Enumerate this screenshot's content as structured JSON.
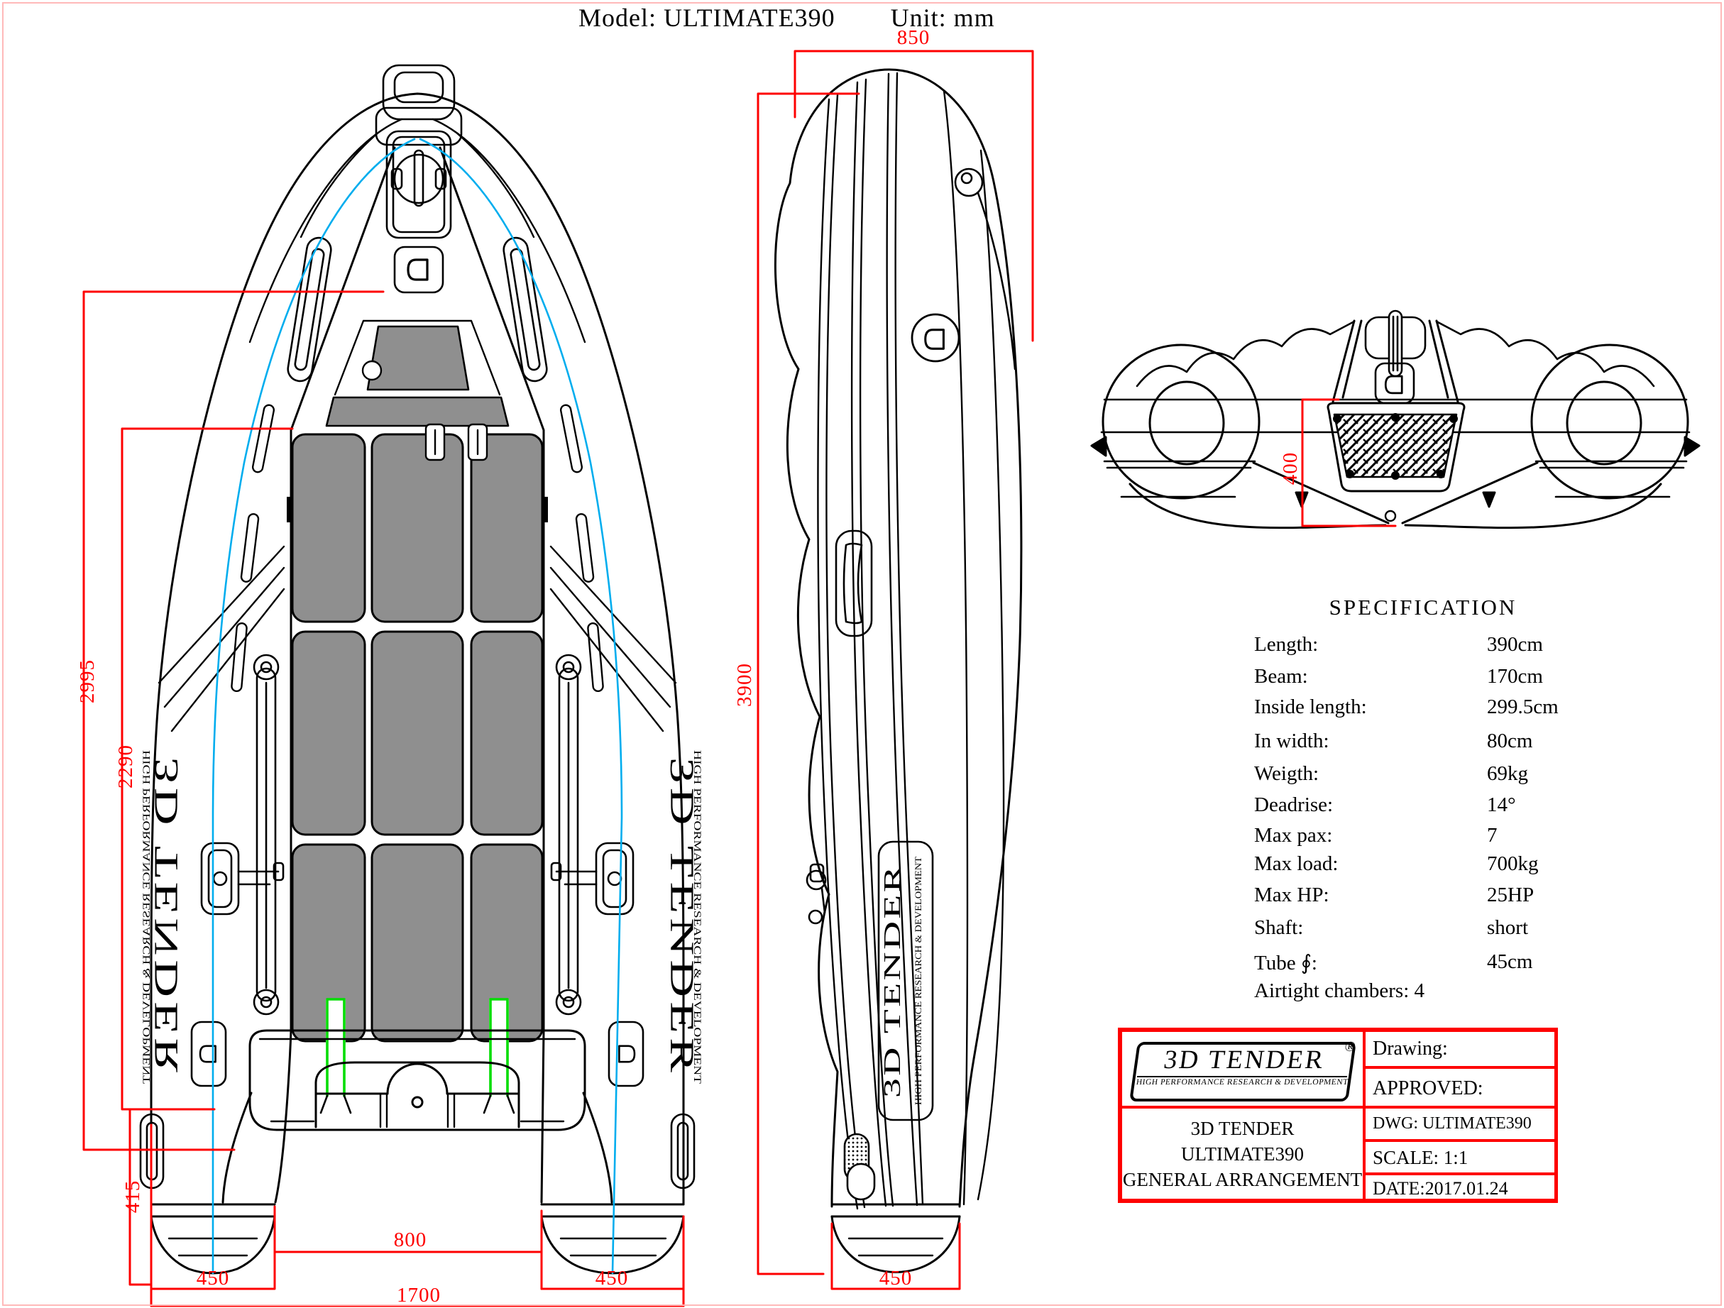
{
  "page": {
    "title_model": "Model: ULTIMATE390",
    "title_unit": "Unit: mm"
  },
  "specification": {
    "heading": "SPECIFICATION",
    "rows": [
      {
        "label": "Length:",
        "value": "390cm"
      },
      {
        "label": "Beam:",
        "value": "170cm"
      },
      {
        "label": "Inside length:",
        "value": "299.5cm"
      },
      {
        "label": "In width:",
        "value": "80cm"
      },
      {
        "label": "Weigth:",
        "value": "69kg"
      },
      {
        "label": "Deadrise:",
        "value": "14°"
      },
      {
        "label": "Max pax:",
        "value": "7"
      },
      {
        "label": "Max load:",
        "value": "700kg"
      },
      {
        "label": "Max HP:",
        "value": "25HP"
      },
      {
        "label": "Shaft:",
        "value": "short"
      },
      {
        "label": "Tube ∮:",
        "value": "45cm"
      }
    ],
    "chambers_line": "Airtight chambers: 4"
  },
  "title_block": {
    "drawing_label": "Drawing:",
    "approved_label": "APPROVED:",
    "dwg": "DWG: ULTIMATE390",
    "scale": "SCALE: 1:1",
    "date": "DATE:2017.01.24",
    "doc_lines": [
      "3D TENDER",
      "ULTIMATE390",
      "GENERAL ARRANGEMENT"
    ],
    "logo_name": "3D TENDER",
    "logo_reg": "®",
    "logo_tagline": "HIGH PERFORMANCE RESEARCH & DEVELOPMENT"
  },
  "branding": {
    "name": "3D TENDER",
    "tagline": "HIGH PERFORMANCE RESEARCH & DEVELOPMENT"
  },
  "dimensions": {
    "top_view": {
      "inside_length": "2995",
      "deck_length": "2290",
      "stern_overhang": "415",
      "left_cone": "450",
      "floor_width": "800",
      "beam": "1700",
      "right_cone": "450"
    },
    "side_view": {
      "bow_height": "850",
      "overall_length": "3900",
      "stern_cone": "450"
    },
    "rear_view": {
      "transom_height": "400"
    }
  },
  "colors": {
    "dimension_red": "#FE0000",
    "centerline_cyan": "#00ADEE",
    "accent_green": "#00DD00",
    "panel_gray": "#8F8F8F",
    "page_border_pink": "#FFB9B9"
  }
}
